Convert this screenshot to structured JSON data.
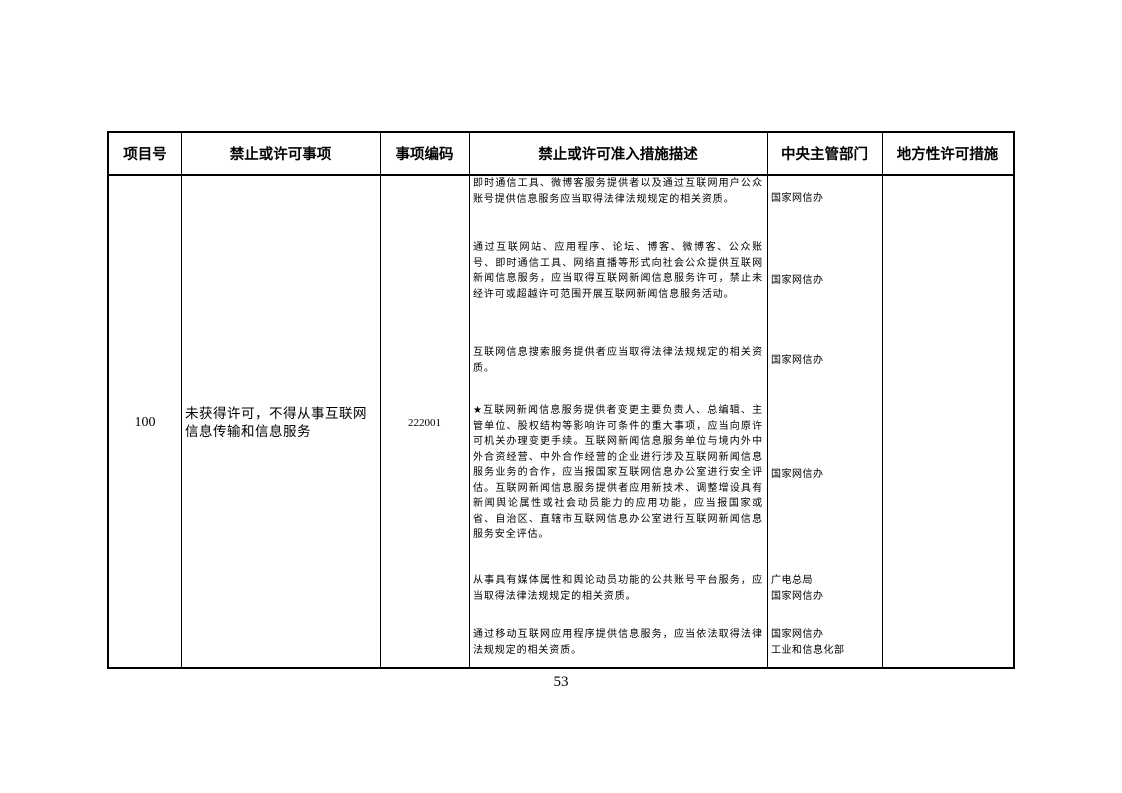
{
  "table": {
    "headers": [
      "项目号",
      "禁止或许可事项",
      "事项编码",
      "禁止或许可准入措施描述",
      "中央主管部门",
      "地方性许可措施"
    ],
    "row": {
      "project_no": "100",
      "item": "未获得许可，不得从事互联网信息传输和信息服务",
      "code": "222001",
      "measures": [
        {
          "text": "即时通信工具、微博客服务提供者以及通过互联网用户公众账号提供信息服务应当取得法律法规规定的相关资质。",
          "departments": [
            "国家网信办"
          ]
        },
        {
          "text": "通过互联网站、应用程序、论坛、博客、微博客、公众账号、即时通信工具、网络直播等形式向社会公众提供互联网新闻信息服务，应当取得互联网新闻信息服务许可，禁止未经许可或超越许可范围开展互联网新闻信息服务活动。",
          "departments": [
            "国家网信办"
          ]
        },
        {
          "text": "互联网信息搜索服务提供者应当取得法律法规规定的相关资质。",
          "departments": [
            "国家网信办"
          ]
        },
        {
          "text": "★互联网新闻信息服务提供者变更主要负责人、总编辑、主管单位、股权结构等影响许可条件的重大事项，应当向原许可机关办理变更手续。互联网新闻信息服务单位与境内外中外合资经营、中外合作经营的企业进行涉及互联网新闻信息服务业务的合作，应当报国家互联网信息办公室进行安全评估。互联网新闻信息服务提供者应用新技术、调整增设具有新闻舆论属性或社会动员能力的应用功能，应当报国家或省、自治区、直辖市互联网信息办公室进行互联网新闻信息服务安全评估。",
          "departments": [
            "国家网信办"
          ]
        },
        {
          "text": "从事具有媒体属性和舆论动员功能的公共账号平台服务，应当取得法律法规规定的相关资质。",
          "departments": [
            "广电总局",
            "国家网信办"
          ]
        },
        {
          "text": "通过移动互联网应用程序提供信息服务，应当依法取得法律法规规定的相关资质。",
          "departments": [
            "国家网信办",
            "工业和信息化部"
          ]
        }
      ],
      "local_measures": ""
    }
  },
  "page_number": "53"
}
